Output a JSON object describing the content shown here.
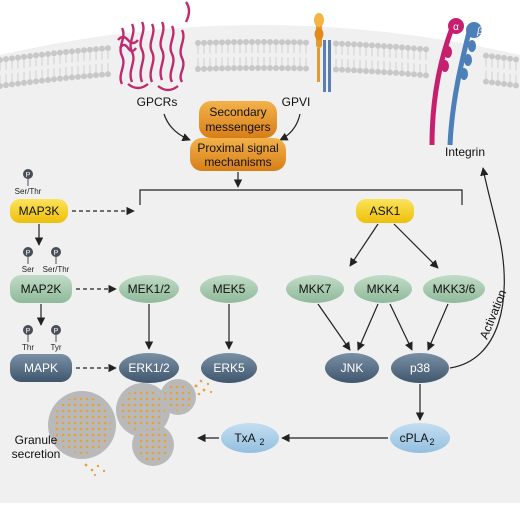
{
  "labels": {
    "gpcrs": "GPCRs",
    "gpvi": "GPVI",
    "integrin": "Integrin",
    "secondary": [
      "Secondary",
      "messengers"
    ],
    "proximal": [
      "Proximal signal",
      "mechanisms"
    ],
    "map3k": "MAP3K",
    "map2k": "MAP2K",
    "mapk": "MAPK",
    "ask1": "ASK1",
    "mek12": "MEK1/2",
    "mek5": "MEK5",
    "mkk7": "MKK7",
    "mkk4": "MKK4",
    "mkk36": "MKK3/6",
    "erk12": "ERK1/2",
    "erk5": "ERK5",
    "jnk": "JNK",
    "p38": "p38",
    "cpla2": "cPLA",
    "cpla2_sub": "2",
    "txa2": "TxA",
    "txa2_sub": "2",
    "granule": [
      "Granule",
      "secretion"
    ],
    "activation": "Activation",
    "alpha": "α",
    "beta": "β"
  },
  "phospho": {
    "p": "P",
    "ser_thr": "Ser/Thr",
    "ser": "Ser",
    "thr": "Thr",
    "tyr": "Tyr"
  },
  "colors": {
    "background": "#f0f0f1",
    "membrane_head": "#c8c8c8",
    "map3k_fill": "#f7d117",
    "green_fill": "#a5c8ad",
    "dark_fill": "#566f86",
    "light_blue_fill": "#a9cde8",
    "orange_fill": "#e39328",
    "gpcr_color": "#c02a6e",
    "integrin_alpha": "#c51f6e",
    "integrin_beta": "#4d7fb8",
    "granule_color": "#e8b04a"
  }
}
